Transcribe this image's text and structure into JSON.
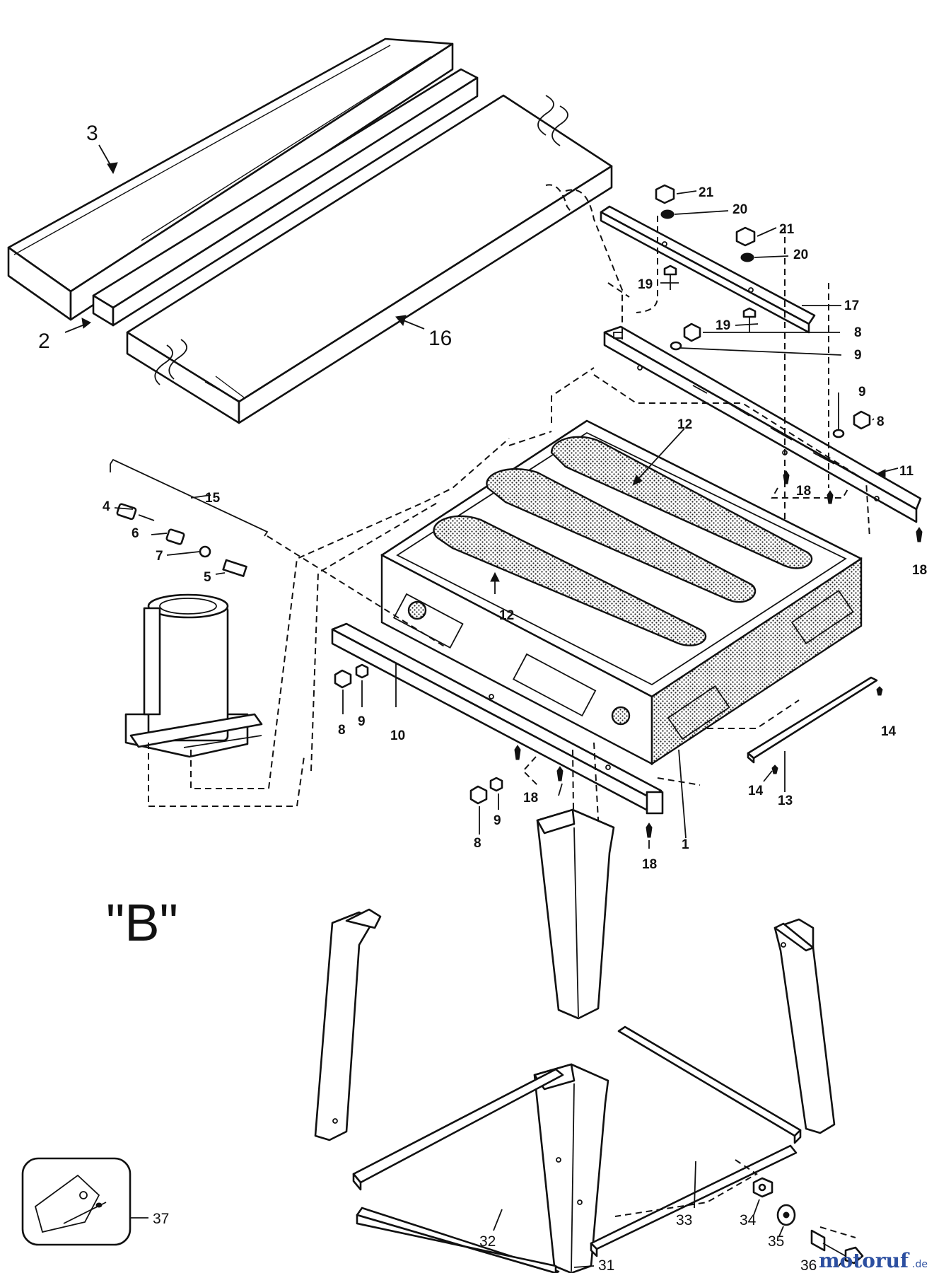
{
  "diagram": {
    "view_label": "\"B\"",
    "callouts": {
      "c1": "1",
      "c2": "2",
      "c3": "3",
      "c4": "4",
      "c5": "5",
      "c6": "6",
      "c7": "7",
      "c8a": "8",
      "c8b": "8",
      "c8c": "8",
      "c8d": "8",
      "c9a": "9",
      "c9b": "9",
      "c9c": "9",
      "c9d": "9",
      "c10": "10",
      "c11": "11",
      "c12a": "12",
      "c12b": "12",
      "c13": "13",
      "c14a": "14",
      "c14b": "14",
      "c15": "15",
      "c16": "16",
      "c17": "17",
      "c18a": "18",
      "c18b": "18",
      "c18c": "18",
      "c18d": "18",
      "c19a": "19",
      "c19b": "19",
      "c20a": "20",
      "c20b": "20",
      "c21a": "21",
      "c21b": "21",
      "c31": "31",
      "c32": "32",
      "c33": "33",
      "c34": "34",
      "c35": "35",
      "c36": "36",
      "c37": "37"
    }
  },
  "watermark": {
    "brand": "motoruf",
    "suffix": ".de"
  }
}
